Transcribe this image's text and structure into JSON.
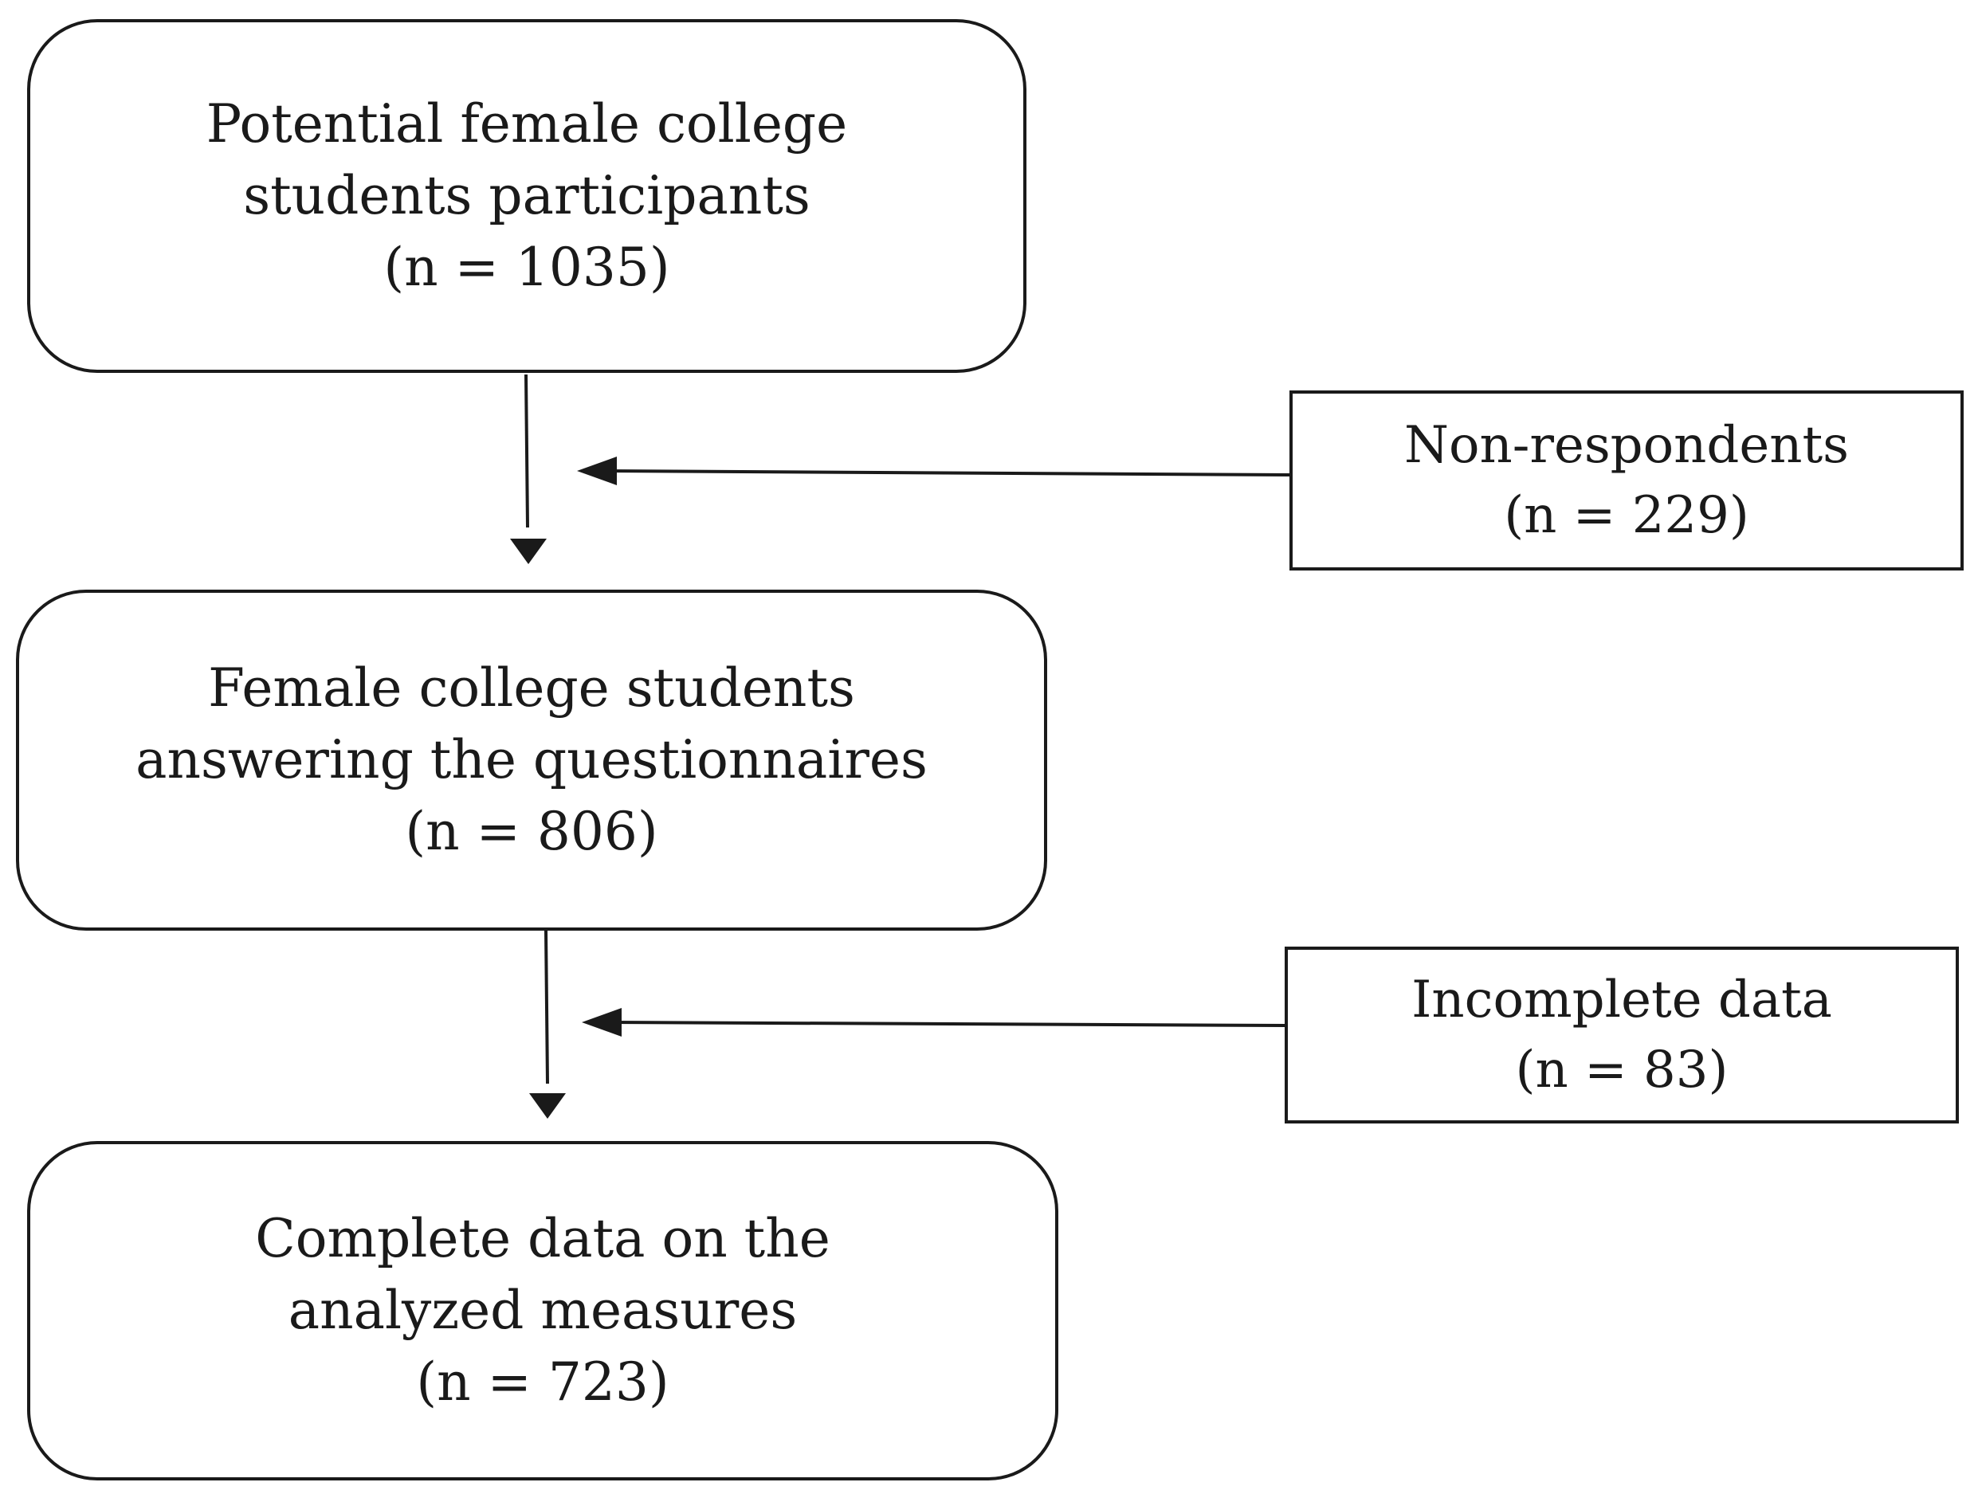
{
  "nodes": {
    "potential": {
      "lines": [
        "Potential female college",
        "students participants",
        "(n = 1035)"
      ]
    },
    "answering": {
      "lines": [
        "Female college students",
        "answering the questionnaires",
        "(n = 806)"
      ]
    },
    "complete": {
      "lines": [
        "Complete data on the",
        "analyzed measures",
        "(n = 723)"
      ]
    },
    "non_respondents": {
      "lines": [
        "Non-respondents",
        "(n = 229)"
      ]
    },
    "incomplete": {
      "lines": [
        "Incomplete data",
        "(n = 83)"
      ]
    }
  },
  "edges": [
    {
      "from": "potential",
      "to": "answering",
      "kind": "flow"
    },
    {
      "from": "answering",
      "to": "complete",
      "kind": "flow"
    },
    {
      "from": "non_respondents",
      "to": "flow-1",
      "kind": "exclusion"
    },
    {
      "from": "incomplete",
      "to": "flow-2",
      "kind": "exclusion"
    }
  ],
  "colors": {
    "stroke": "#1a1a1a",
    "background": "#ffffff"
  }
}
